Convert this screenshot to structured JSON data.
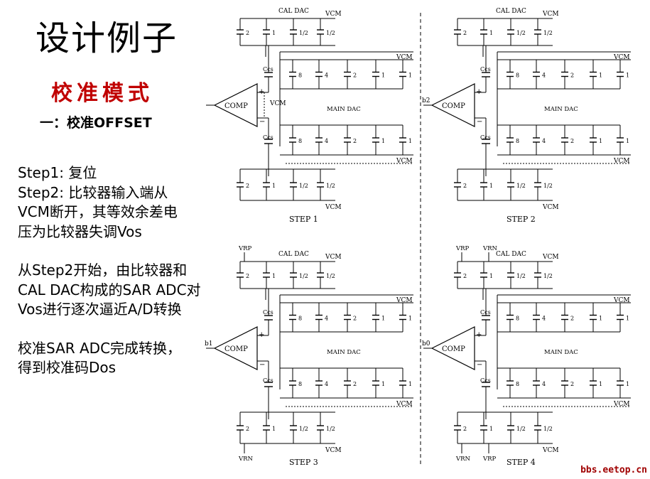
{
  "title": "设计例子",
  "mode": "校准模式",
  "section": "一：校准OFFSET",
  "paragraphs": [
    [
      "Step1: 复位",
      "Step2: 比较器输入端从",
      "VCM断开，其等效余差电",
      "压为比较器失调Vos"
    ],
    [
      "从Step2开始，由比较器和",
      "CAL DAC构成的SAR ADC对",
      "Vos进行逐次逼近A/D转换"
    ],
    [
      "校准SAR ADC完成转换，",
      "得到校准码Dos"
    ]
  ],
  "footer": "bbs.eetop.cn",
  "labels": {
    "cal_dac": "CAL DAC",
    "main_dac": "MAIN DAC",
    "comp": "COMP",
    "vcm": "VCM",
    "ccs": "Ccs",
    "vrp": "VRP",
    "vrn": "VRN",
    "plus": "+",
    "minus": "−"
  },
  "cal_caps": [
    "2",
    "1",
    "1/2",
    "1/2"
  ],
  "main_caps": [
    "8",
    "4",
    "2",
    "1",
    "1"
  ],
  "panels": [
    {
      "step": "STEP 1",
      "input": "",
      "vcm_input": true,
      "top_refs": [],
      "bottom_refs": []
    },
    {
      "step": "STEP 2",
      "input": "b2",
      "vcm_input": false,
      "top_refs": [],
      "bottom_refs": []
    },
    {
      "step": "STEP 3",
      "input": "b1",
      "vcm_input": false,
      "top_refs": [
        "VRP"
      ],
      "bottom_refs": [
        "VRN"
      ]
    },
    {
      "step": "STEP 4",
      "input": "b0",
      "vcm_input": false,
      "top_refs": [
        "VRP",
        "VRN"
      ],
      "bottom_refs": [
        "VRN",
        "VRP"
      ]
    }
  ]
}
